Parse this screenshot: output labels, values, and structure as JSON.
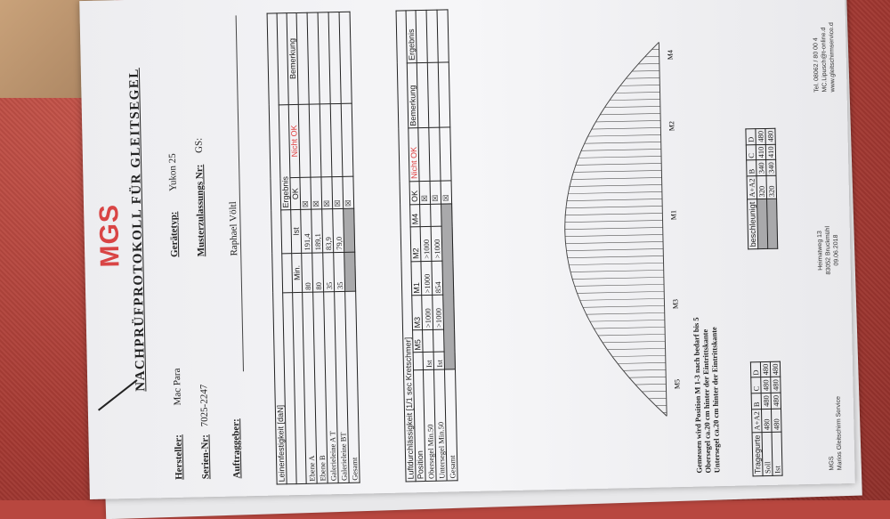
{
  "logo": "MGS",
  "title": "NACHPRÜFPROTOKOLL FÜR GLEITSEGEL",
  "fields": {
    "hersteller_label": "Hersteller:",
    "hersteller_value": "Mac Para",
    "geraetetyp_label": "Gerätetyp:",
    "geraetetyp_value": "Yukon 25",
    "serien_label": "Serien-Nr:",
    "serien_value": "7025-2247",
    "muster_label": "Musterzulassungs Nr:",
    "muster_value": "GS:",
    "auftraggeber_label": "Auftraggeber:",
    "auftraggeber_value": "Raphael Völtl"
  },
  "leinen": {
    "title": "Leinenfestigkeit [daN]",
    "headers": [
      "",
      "Min.",
      "Ist",
      "OK",
      "Nicht OK",
      "Bemerkung"
    ],
    "ergebnis": "Ergebnis",
    "rows": [
      {
        "label": "Ebene        A",
        "min": "80",
        "ist": "191,4",
        "ok": "☒"
      },
      {
        "label": "Ebene        B",
        "min": "80",
        "ist": "189,1",
        "ok": "☒"
      },
      {
        "label": "Galerieleine A T",
        "min": "35",
        "ist": "83,9",
        "ok": "☒"
      },
      {
        "label": "Galerieleine BT",
        "min": "35",
        "ist": "79,0",
        "ok": "☒"
      }
    ],
    "gesamt": "Gesamt",
    "gesamt_ok": "☒"
  },
  "luft": {
    "title": "Luftdurchlässigkeit [1/1 sec Kretschmer]",
    "position": "Position",
    "cols": [
      "M5",
      "M3",
      "M1",
      "M2",
      "M4"
    ],
    "ergebnis": "Ergebnis",
    "ok": "OK",
    "nicht_ok": "Nicht OK",
    "bemerkung": "Bemerkung",
    "rows": [
      {
        "label": "Obersegel Min.50",
        "ist": "Ist",
        "vals": [
          "",
          ">1000",
          ">1000",
          ">1000",
          ""
        ],
        "ok": "☒"
      },
      {
        "label": "Untersegel Min.50",
        "ist": "Ist",
        "vals": [
          "",
          ">1000",
          "854",
          ">1000",
          ""
        ],
        "ok": "☒"
      }
    ],
    "gesamt": "Gesamt",
    "gesamt_ok": "☒"
  },
  "profile_labels": [
    "M5",
    "M3",
    "M1",
    "M2",
    "M4"
  ],
  "notes": [
    "Gemessen wird Position M 1-3 nach bedarf bis 5",
    "Obersegel  ca.20 cm hinter der Eintrittskante",
    "Untersegel  ca.20 cm hinter der Eintrittskante"
  ],
  "tragegurte": {
    "title": "Tragegurte",
    "cols": [
      "A+A2",
      "B",
      "C",
      "D"
    ],
    "rows": [
      {
        "label": "Soll",
        "vals": [
          "480",
          "480",
          "480",
          "480"
        ]
      },
      {
        "label": "Ist",
        "vals": [
          "480",
          "480",
          "480",
          "480"
        ]
      }
    ],
    "beschleunigt": "beschleunigt",
    "b_cols": [
      "A+A2",
      "B",
      "C",
      "D"
    ],
    "b_rows": [
      [
        "320",
        "340",
        "410",
        "480"
      ],
      [
        "320",
        "340",
        "410",
        "480"
      ]
    ]
  },
  "footer": {
    "left1": "MGS",
    "left2": "Marios Gleitschirm Service",
    "mid1": "Heimatweg 13",
    "mid2": "83052 Bruckmühl",
    "mid3": "09.06.2018",
    "right1": "Tel. 08062 / 80 00 4",
    "right2": "MC.Lipusch@t-online.d",
    "right3": "www.gleitschirmservice.d"
  }
}
